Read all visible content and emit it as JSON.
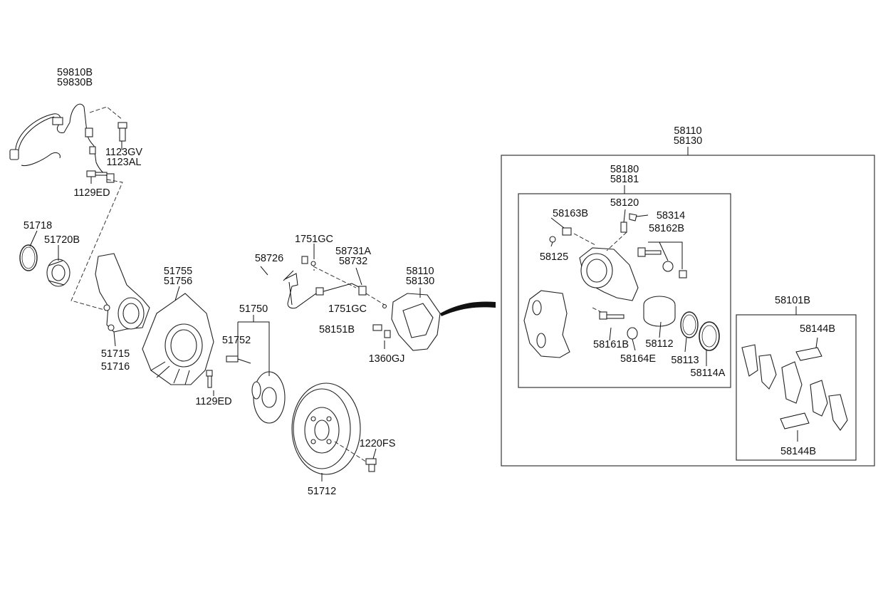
{
  "diagram": {
    "labels": {
      "l59810b": "59810B",
      "l59830b": "59830B",
      "l1123gv": "1123GV",
      "l1123al": "1123AL",
      "l1129ed_a": "1129ED",
      "l51718": "51718",
      "l51720b": "51720B",
      "l51715": "51715",
      "l51716": "51716",
      "l51755": "51755",
      "l51756": "51756",
      "l1129ed_b": "1129ED",
      "l51750": "51750",
      "l51752": "51752",
      "l51712": "51712",
      "l1220fs": "1220FS",
      "l1751gc_a": "1751GC",
      "l58726": "58726",
      "l58731a": "58731A",
      "l58732": "58732",
      "l1751gc_b": "1751GC",
      "l58151b": "58151B",
      "l1360gj": "1360GJ",
      "l58110_a": "58110",
      "l58130_a": "58130",
      "l58110_b": "58110",
      "l58130_b": "58130",
      "l58180": "58180",
      "l58181": "58181",
      "l58120": "58120",
      "l58163b": "58163B",
      "l58314": "58314",
      "l58162b": "58162B",
      "l58125": "58125",
      "l58161b": "58161B",
      "l58164e": "58164E",
      "l58112": "58112",
      "l58113": "58113",
      "l58114a": "58114A",
      "l58101b": "58101B",
      "l58144b_a": "58144B",
      "l58144b_b": "58144B"
    }
  }
}
